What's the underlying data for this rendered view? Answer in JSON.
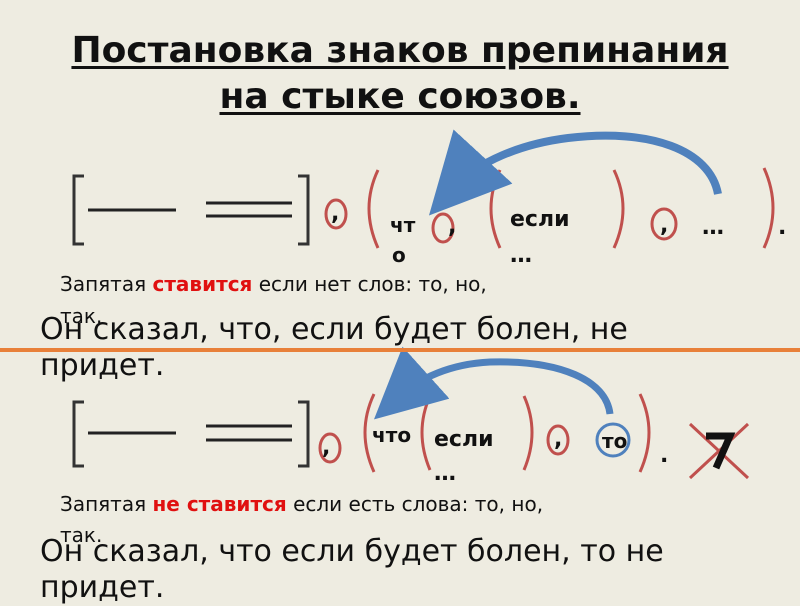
{
  "title": {
    "line1": "Постановка знаков препинания",
    "line2": "на стыке союзов."
  },
  "scheme1": {
    "comma1": ",",
    "word_chto": "чт",
    "word_chto_tail": "о",
    "comma2": ",",
    "word_esli": "если",
    "ellipsis1": "…",
    "comma3": ",",
    "ellipsis2": "…",
    "period": "."
  },
  "rule1": {
    "prefix": "Запятая ",
    "highlight": "ставится",
    "suffix": " если нет слов: то, но,",
    "line2": "так."
  },
  "example1": "Он сказал, что, если будет болен, не придет.",
  "scheme2": {
    "comma1": ",",
    "word_chto": "что",
    "word_esli": "если",
    "ellipsis": "…",
    "comma2": ",",
    "word_to": "то",
    "period": "."
  },
  "rule2": {
    "prefix": "Запятая ",
    "highlight": "не ставится",
    "suffix": " если есть слова: то, но,",
    "line2": "так."
  },
  "example2": "Он сказал, что если будет болен, то не придет.",
  "colors": {
    "background": "#eeece1",
    "bracket": "#c0504d",
    "arrow": "#4f81bd",
    "divider": "#e8803a",
    "highlight": "#e01010"
  }
}
